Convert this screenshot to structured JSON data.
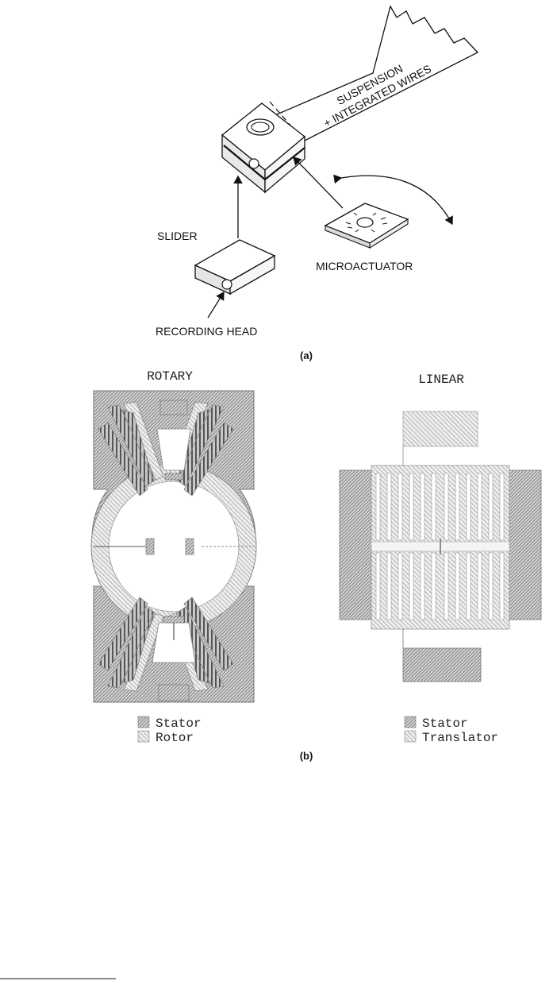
{
  "panel_a": {
    "label": "(a)",
    "suspension_line1": "SUSPENSION",
    "suspension_line2": "+ INTEGRATED WIRES",
    "slider": "SLIDER",
    "microactuator": "MICROACTUATOR",
    "recording_head": "RECORDING HEAD"
  },
  "panel_b": {
    "label": "(b)",
    "rotary": {
      "title": "ROTARY",
      "legend": [
        "Stator",
        "Rotor"
      ]
    },
    "linear": {
      "title": "LINEAR",
      "legend": [
        "Stator",
        "Translator"
      ]
    }
  },
  "colors": {
    "stator_hatch": "#6e6e6e",
    "rotor_hatch": "#9a9a9a",
    "line": "#111111"
  }
}
